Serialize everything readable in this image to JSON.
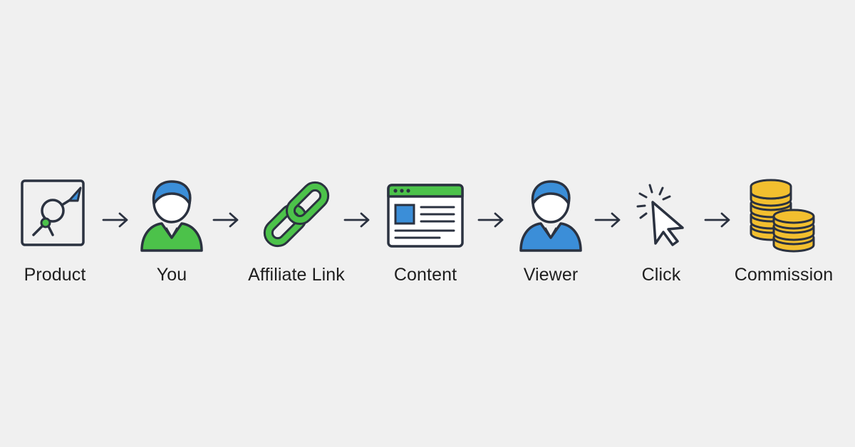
{
  "diagram": {
    "steps": [
      {
        "label": "Product",
        "icon": "product-icon"
      },
      {
        "label": "You",
        "icon": "person-icon"
      },
      {
        "label": "Affiliate Link",
        "icon": "chain-link-icon"
      },
      {
        "label": "Content",
        "icon": "browser-window-icon"
      },
      {
        "label": "Viewer",
        "icon": "person-icon"
      },
      {
        "label": "Click",
        "icon": "cursor-click-icon"
      },
      {
        "label": "Commission",
        "icon": "coin-stacks-icon"
      }
    ],
    "arrow_icon": "arrow-right-icon"
  },
  "colors": {
    "background": "#f0f0f0",
    "outline": "#2b3240",
    "green": "#4cc24a",
    "blue": "#3b8ed8",
    "gold": "#f2bf2f",
    "label": "#1e1e1e"
  }
}
